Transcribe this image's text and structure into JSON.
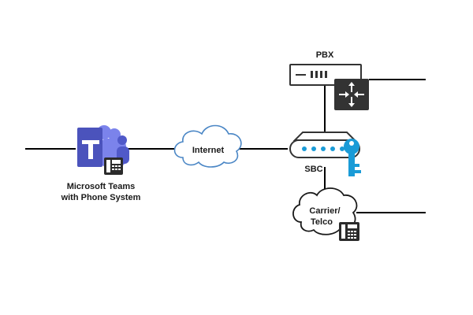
{
  "colors": {
    "teams_purple": "#5b5fc7",
    "teams_purple_dark": "#4b4fa8",
    "cloud_stroke": "#4a86c5",
    "key_blue": "#1a9bd7",
    "device_border": "#333333",
    "dark_box": "#333333",
    "line": "#000000"
  },
  "nodes": {
    "teams": {
      "line1": "Microsoft Teams",
      "line2": "with Phone System",
      "icon": "teams-logo-icon",
      "phone_icon": "desk-phone-icon"
    },
    "internet": {
      "label": "Internet",
      "icon": "cloud-icon"
    },
    "pbx": {
      "label": "PBX",
      "icon": "pbx-device-icon",
      "router_icon": "router-icon"
    },
    "sbc": {
      "label": "SBC",
      "icon": "sbc-device-icon",
      "key_icon": "key-icon"
    },
    "carrier": {
      "line1": "Carrier/",
      "line2": "Telco",
      "icon": "cloud-icon",
      "phone_icon": "desk-phone-icon"
    }
  }
}
